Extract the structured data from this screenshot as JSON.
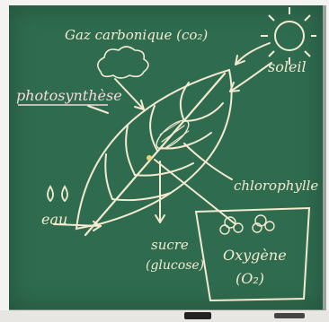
{
  "diagram": {
    "labels": {
      "co2": "Gaz carbonique (co₂)",
      "soleil": "soleil",
      "photosynthese": "photosynthèse",
      "chlorophylle": "chlorophylle",
      "eau": "eau",
      "sucre": "sucre",
      "glucose": "(glucose)",
      "oxygene": "Oxygène",
      "o2": "(O₂)"
    },
    "colors": {
      "board": "#2f6c4f",
      "chalk": "#f3ead0",
      "chalk_dim": "#d8d4b8"
    },
    "icons": [
      "sun-icon",
      "cloud-icon",
      "water-drops-icon",
      "leaf-icon",
      "oxygen-bubbles-icon"
    ]
  }
}
